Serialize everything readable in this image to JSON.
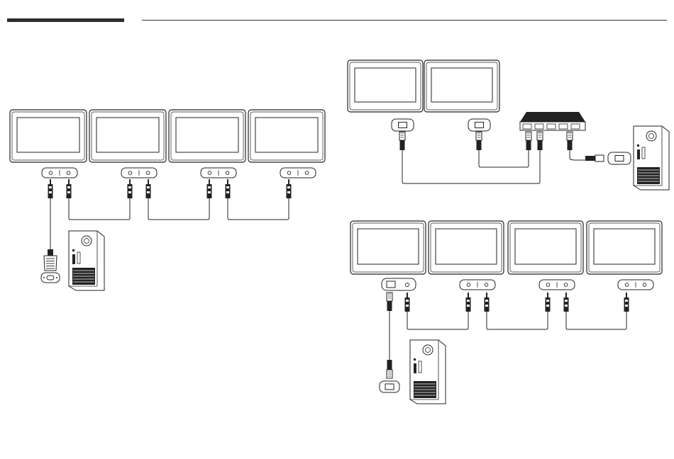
{
  "page": {
    "header_bar_color": "#2b2b2b",
    "rule_color": "#333333",
    "line_color": "#222222"
  },
  "diagrams": [
    {
      "name": "rs232c-daisy-chain",
      "monitor_count": 4,
      "pc_connector": "d-sub-9pin",
      "cable": "stereo-mini-jack"
    },
    {
      "name": "lan-hub-connection",
      "monitor_count": 2,
      "hub_ports": 5,
      "cable": "rj45"
    },
    {
      "name": "lan-daisy-chain",
      "monitor_count": 4,
      "pc_connector": "rj45",
      "cable": "stereo-mini-jack"
    }
  ]
}
